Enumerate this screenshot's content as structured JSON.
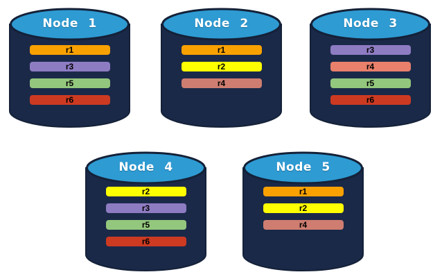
{
  "palette": {
    "page_bg": "#FFFFFF",
    "body": "#1B2948",
    "outline": "#142138",
    "top": "#2E9BD3",
    "title_text": "#FFFFFF",
    "bar_text": "#000000"
  },
  "nodes": [
    {
      "label": "Node 1",
      "replicas": [
        {
          "label": "r1",
          "color": "#F9A100"
        },
        {
          "label": "r3",
          "color": "#8E7CC3"
        },
        {
          "label": "r5",
          "color": "#93C77D"
        },
        {
          "label": "r6",
          "color": "#CC3A22"
        }
      ]
    },
    {
      "label": "Node 2",
      "replicas": [
        {
          "label": "r1",
          "color": "#F9A100"
        },
        {
          "label": "r2",
          "color": "#FEFF00"
        },
        {
          "label": "r4",
          "color": "#CE7D70"
        }
      ]
    },
    {
      "label": "Node 3",
      "replicas": [
        {
          "label": "r3",
          "color": "#8E7CC3"
        },
        {
          "label": "r4",
          "color": "#E8806B"
        },
        {
          "label": "r5",
          "color": "#93C77D"
        },
        {
          "label": "r6",
          "color": "#CC3A22"
        }
      ]
    },
    {
      "label": "Node 4",
      "replicas": [
        {
          "label": "r2",
          "color": "#FEFF00"
        },
        {
          "label": "r3",
          "color": "#8E7CC3"
        },
        {
          "label": "r5",
          "color": "#93C77D"
        },
        {
          "label": "r6",
          "color": "#CC3A22"
        }
      ]
    },
    {
      "label": "Node 5",
      "replicas": [
        {
          "label": "r1",
          "color": "#F9A100"
        },
        {
          "label": "r2",
          "color": "#FEFF00"
        },
        {
          "label": "r4",
          "color": "#CE7D70"
        }
      ]
    }
  ]
}
